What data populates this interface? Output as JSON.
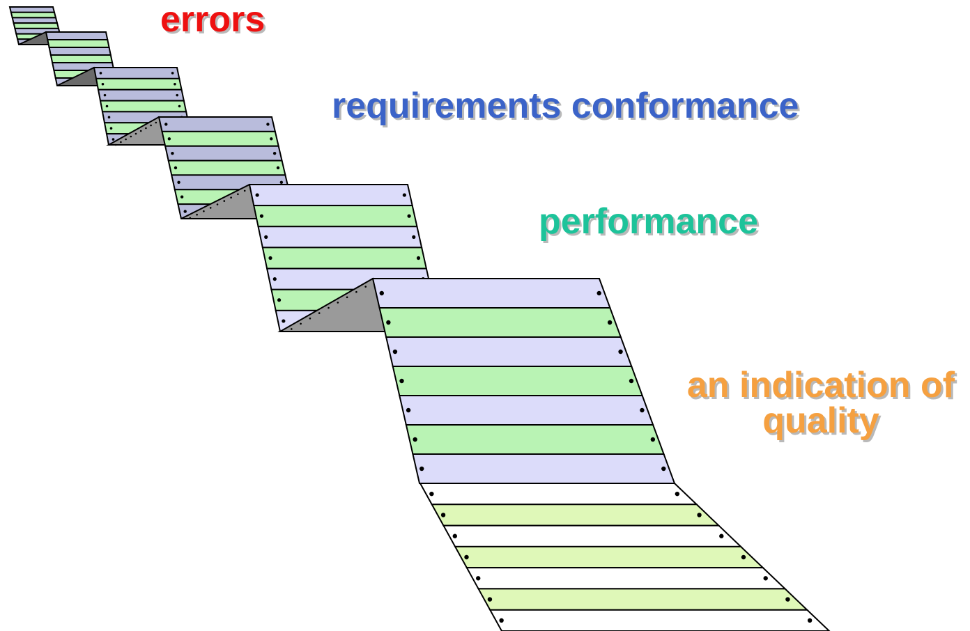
{
  "labels": {
    "errors": "errors",
    "requirements": "requirements conformance",
    "performance": "performance",
    "quality": "an indication of quality"
  },
  "colors": {
    "errors": "#ee1111",
    "requirements": "#3b63c8",
    "performance": "#1dc39a",
    "quality": "#f5a040",
    "sheet_purple": "#b9bcdc",
    "sheet_green": "#b9f3b4",
    "sheet_lavender": "#dcdcfa",
    "sheet_lightgreen": "#dff8b8",
    "sheet_white": "#ffffff",
    "fold_grey": "#9a9a9a",
    "fold_dark": "#6a6a6a",
    "stroke": "#000000"
  }
}
